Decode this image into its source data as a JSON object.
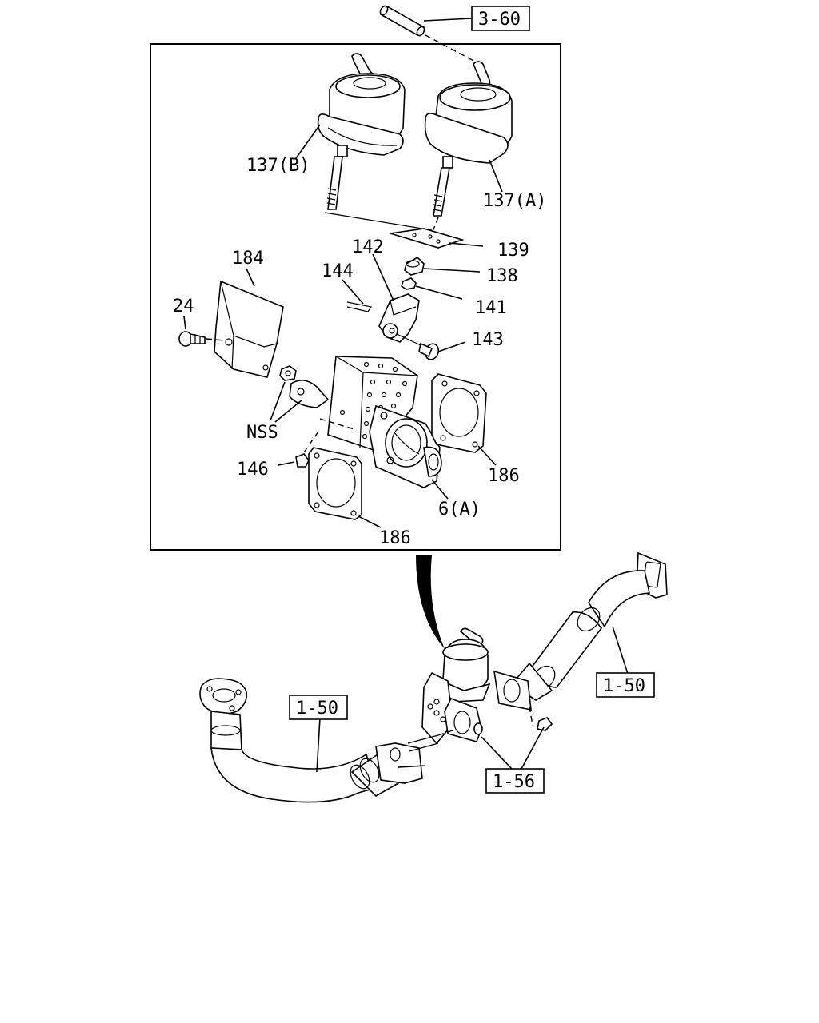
{
  "diagram": {
    "labels": {
      "ref_3_60": "3-60",
      "p137b": "137(B)",
      "p137a": "137(A)",
      "p139": "139",
      "p142": "142",
      "p184": "184",
      "p144": "144",
      "p138": "138",
      "p141": "141",
      "p24": "24",
      "p143": "143",
      "nss": "NSS",
      "p146": "146",
      "p186_right": "186",
      "p6a": "6(A)",
      "p186_bottom": "186",
      "ref_1_50_left": "1-50",
      "ref_1_50_right": "1-50",
      "ref_1_56": "1-56"
    }
  }
}
